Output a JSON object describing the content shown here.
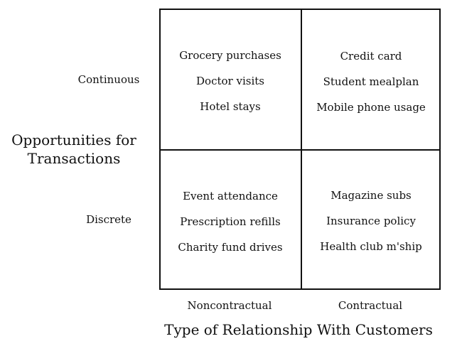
{
  "y_axis": {
    "title_line1": "Opportunities for",
    "title_line2": "Transactions",
    "rows": [
      "Continuous",
      "Discrete"
    ]
  },
  "x_axis": {
    "title": "Type of Relationship With Customers",
    "columns": [
      "Noncontractual",
      "Contractual"
    ]
  },
  "quadrants": {
    "continuous_noncontractual": [
      "Grocery purchases",
      "Doctor visits",
      "Hotel stays"
    ],
    "continuous_contractual": [
      "Credit card",
      "Student mealplan",
      "Mobile phone usage"
    ],
    "discrete_noncontractual": [
      "Event attendance",
      "Prescription refills",
      "Charity fund drives"
    ],
    "discrete_contractual": [
      "Magazine subs",
      "Insurance policy",
      "Health club m'ship"
    ]
  }
}
